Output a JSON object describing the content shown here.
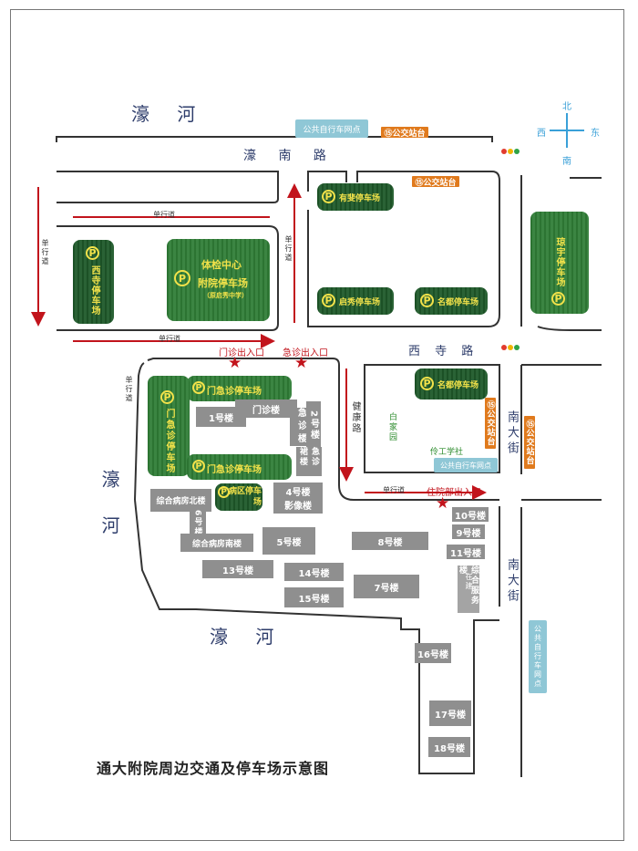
{
  "title": "通大附院周边交通及停车场示意图",
  "colors": {
    "road_line": "#333333",
    "arrow": "#c2141c",
    "parking_dark": "#1f5a2a",
    "parking_light": "#2f7d36",
    "parking_text": "#f2e24a",
    "building": "#8f8f8f",
    "bus_stop": "#e07a1d",
    "bike_station": "#8fc7d6",
    "label_blue": "#2e3d6b",
    "compass": "#3aa0d8"
  },
  "compass": {
    "north": "北",
    "south": "南",
    "east": "东",
    "west": "西"
  },
  "rivers": {
    "top": "濠 河",
    "left": "濠 河",
    "bottom": "濠 河"
  },
  "roads": {
    "haonan": "濠 南 路",
    "xisi": "西 寺 路",
    "nandajie_upper": "南大街",
    "nandajie_lower": "南大街",
    "jiankang": "健康路",
    "oneway": "单行道"
  },
  "parking": {
    "xisi": "西寺停车场",
    "tijian_line1": "体检中心",
    "tijian_line2": "附院停车场",
    "tijian_note": "（原启秀中学）",
    "youfei": "有斐停车场",
    "qixiu": "启秀停车场",
    "mingdu_top": "名都停车场",
    "mingdu_bottom": "名都停车场",
    "qiongyu": "琼宇停车场",
    "menji_top": "门急诊停车场",
    "menji_left": "门急诊停车场",
    "menji_bottom": "门急诊停车场",
    "bingqu": "病区停车场",
    "p": "P"
  },
  "buildings": {
    "b1": "1号楼",
    "menzhen": "门诊楼",
    "jizhen": "急诊楼",
    "b2": "2号楼",
    "jizhenqun": "急诊裙楼",
    "b4": "4号楼",
    "yingxiang": "影像楼",
    "zonghe_north": "综合病房北楼",
    "b6": "6号楼",
    "zonghe_south": "综合病房南楼",
    "b5": "5号楼",
    "b13": "13号楼",
    "b14": "14号楼",
    "b15": "15号楼",
    "b8": "8号楼",
    "b7": "7号楼",
    "b10": "10号楼",
    "b9": "9号楼",
    "b11": "11号楼",
    "zonghefuwu": "综合服务楼",
    "zaijian": "在建",
    "b16": "16号楼",
    "b17": "17号楼",
    "b18": "18号楼"
  },
  "places": {
    "baijiayuan": "白家园",
    "linggong": "伶工学社"
  },
  "bus_stops": {
    "top": "⑮公交站台",
    "mid": "⑮公交站台",
    "right_a": "⑮公交站台",
    "right_b": "⑮公交站台"
  },
  "bike": {
    "top": "公共自行车网点",
    "mid": "公共自行车网点",
    "right": "公共自行车网点"
  },
  "entrances": {
    "menzhen": "门诊出入口",
    "jizhen": "急诊出入口",
    "zhuyuan": "住院部出入口"
  }
}
